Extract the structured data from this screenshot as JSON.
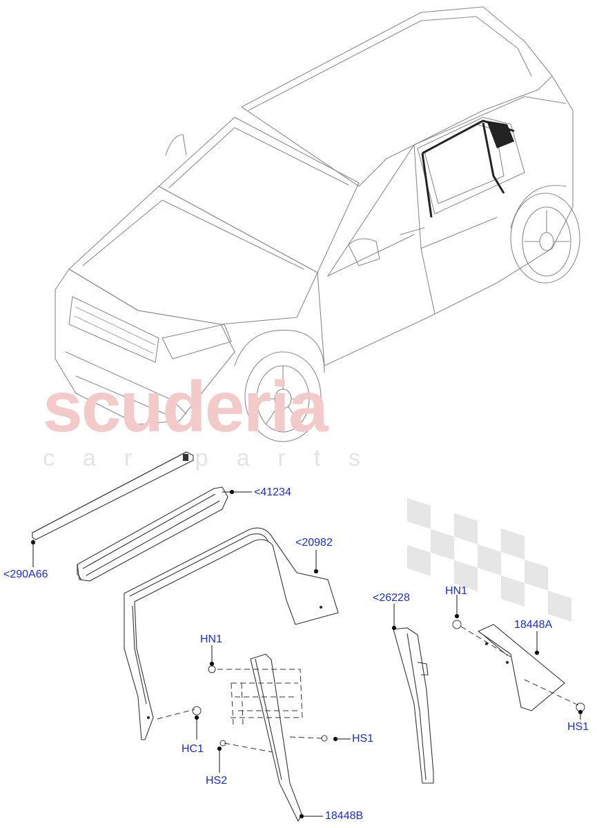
{
  "watermark": {
    "brand": "scuderia",
    "sub": "car parts"
  },
  "callouts": {
    "c41234": "<41234",
    "c290a66": "<290A66",
    "c20982": "<20982",
    "c26228": "<26228",
    "hn1_left": "HN1",
    "hn1_right": "HN1",
    "c18448a": "18448A",
    "hs1_mid": "HS1",
    "hs1_right": "HS1",
    "hc1": "HC1",
    "hs2": "HS2",
    "c18448b": "18448B"
  },
  "colors": {
    "callout": "#1a2bd6",
    "line": "#333333",
    "car": "#8a8a8a",
    "watermark_red": "#f4c9c9",
    "watermark_grey": "#e4e4e4"
  }
}
